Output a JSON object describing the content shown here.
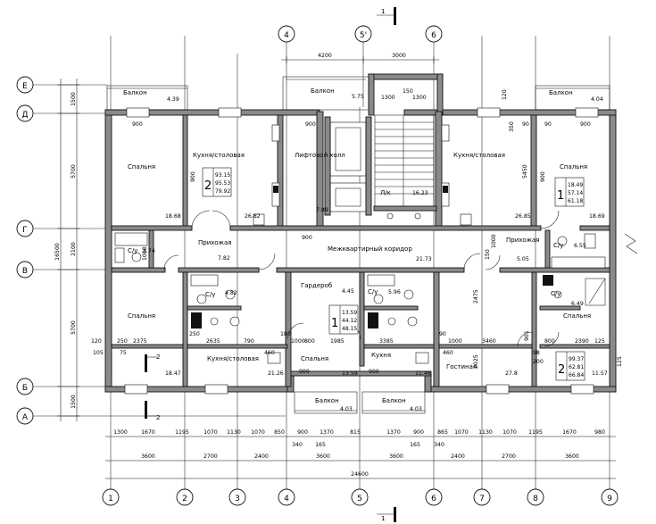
{
  "axes_vertical": [
    "1",
    "2",
    "3",
    "4",
    "5",
    "6",
    "7",
    "8",
    "9"
  ],
  "axes_top": [
    "4",
    "5'",
    "6"
  ],
  "axes_horizontal": [
    "Е",
    "Д",
    "Г",
    "В",
    "Б",
    "А"
  ],
  "section_mark": {
    "label": "1",
    "arrow": "2"
  },
  "dims_left": [
    "1500",
    "5700",
    "2100",
    "5700",
    "1500",
    "16500"
  ],
  "dims_top": [
    "4200",
    "3000",
    "1300",
    "1300",
    "150",
    "120",
    "90",
    "90",
    "350",
    "900",
    "900"
  ],
  "dims_bottom_row1": [
    "1300",
    "1670",
    "1195",
    "1070",
    "1130",
    "1070",
    "850",
    "900",
    "1370",
    "815",
    "1370",
    "900",
    "865",
    "1070",
    "1130",
    "1070",
    "1195",
    "1670",
    "980"
  ],
  "dims_bottom_row2": [
    "340",
    "165",
    "165",
    "340"
  ],
  "dims_bottom_row3": [
    "3600",
    "2700",
    "2400",
    "3600",
    "3600",
    "2400",
    "2700",
    "3600"
  ],
  "dims_total": "24600",
  "dims_middle": [
    "120",
    "250",
    "2375",
    "2635",
    "790",
    "1000",
    "800",
    "1985",
    "3385",
    "1000",
    "3460",
    "800",
    "2390",
    "125",
    "105",
    "75",
    "250",
    "180",
    "460",
    "90",
    "460",
    "90",
    "98",
    "200"
  ],
  "dims_vertical_misc": [
    "900",
    "5450",
    "2475",
    "2025",
    "901",
    "1000",
    "1000",
    "125",
    "150"
  ],
  "rooms": [
    {
      "name": "Балкон",
      "area": "4.39"
    },
    {
      "name": "Балкон",
      "area": "5.75"
    },
    {
      "name": "Балкон",
      "area": "4.04"
    },
    {
      "name": "Спальня",
      "area": "18.68"
    },
    {
      "name": "Кухня/столовая",
      "area": "26.82"
    },
    {
      "name": "Лифтовой холл",
      "area": "7.89"
    },
    {
      "name": "Л/к",
      "area": "16.23"
    },
    {
      "name": "Кухня/столовая",
      "area": "26.85"
    },
    {
      "name": "Спальня",
      "area": "18.69"
    },
    {
      "name": "С/у",
      "area": "3.74"
    },
    {
      "name": "Прихожая",
      "area": "7.82"
    },
    {
      "name": "Межквартирный коридор",
      "area": "21.73"
    },
    {
      "name": "Прихожая",
      "area": "5.05"
    },
    {
      "name": "С/у",
      "area": "6.55"
    },
    {
      "name": "Гардероб",
      "area": "4.45"
    },
    {
      "name": "С/у",
      "area": "4.82"
    },
    {
      "name": "С/у",
      "area": "5.96"
    },
    {
      "name": "С/у",
      "area": "6.49"
    },
    {
      "name": "Спальня",
      "area": "18.47"
    },
    {
      "name": "Кухня/столовая",
      "area": "21.26"
    },
    {
      "name": "Спальня",
      "area": "13.59"
    },
    {
      "name": "Кухня",
      "area": "11.46"
    },
    {
      "name": "Гостиная",
      "area": "27.8"
    },
    {
      "name": "Спальня",
      "area": "11.57"
    },
    {
      "name": "Балкон",
      "area": "4.03"
    },
    {
      "name": "Балкон",
      "area": "4.03"
    }
  ],
  "apartments": [
    {
      "rooms": "2",
      "lines": [
        "93.15",
        "95.53",
        "79.92"
      ]
    },
    {
      "rooms": "1",
      "lines": [
        "18.49",
        "57.14",
        "61.18"
      ]
    },
    {
      "rooms": "1",
      "lines": [
        "13.59",
        "44.12",
        "48.15"
      ]
    },
    {
      "rooms": "2",
      "lines": [
        "99.37",
        "62.81",
        "66.84"
      ]
    }
  ],
  "window_widths": [
    "900",
    "900",
    "900",
    "900",
    "900"
  ]
}
